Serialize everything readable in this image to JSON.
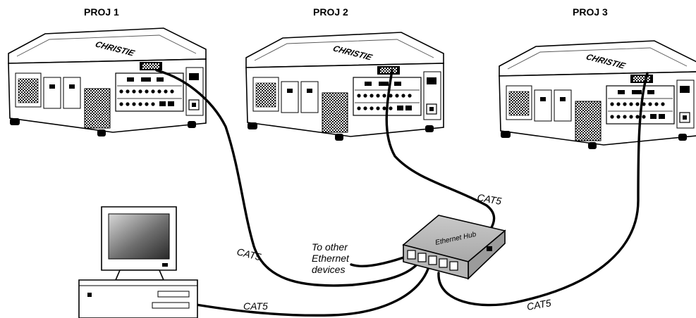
{
  "projectors": [
    {
      "label": "PROJ 1",
      "brand": "CHRISTIE"
    },
    {
      "label": "PROJ 2",
      "brand": "CHRISTIE"
    },
    {
      "label": "PROJ 3",
      "brand": "CHRISTIE"
    }
  ],
  "hub": {
    "label": "Ethernet Hub"
  },
  "cable_labels": [
    "CAT5",
    "CAT5",
    "CAT5",
    "CAT5"
  ],
  "other_devices": {
    "line1": "To other",
    "line2": "Ethernet",
    "line3": "devices"
  }
}
